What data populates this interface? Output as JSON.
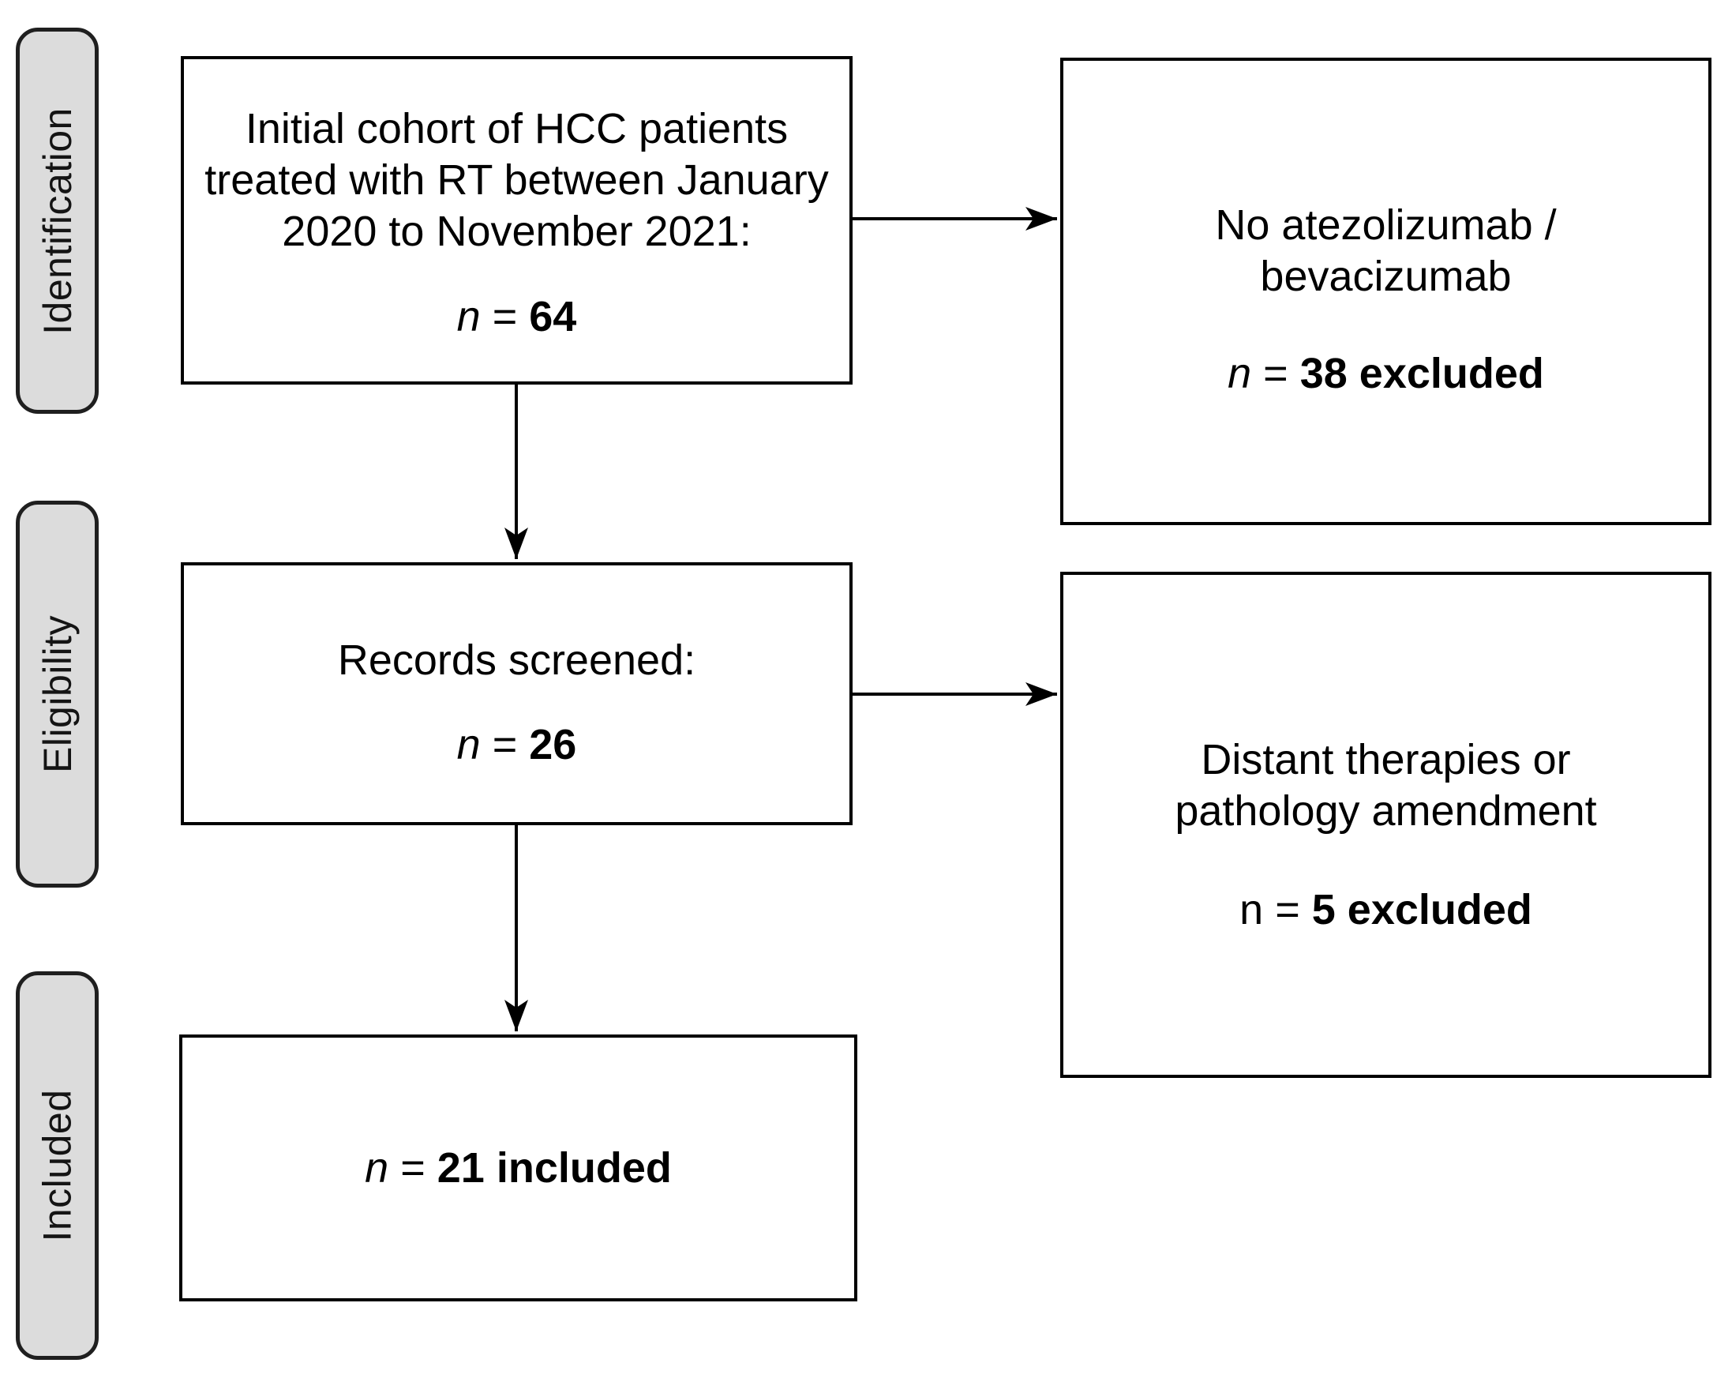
{
  "diagram": {
    "type": "prisma-flowchart",
    "stage_labels": {
      "identification": "Identification",
      "eligibility": "Eligibility",
      "included": "Included"
    },
    "boxes": {
      "initial_cohort": {
        "lines": [
          "Initial cohort of HCC patients",
          "treated with RT between January",
          "2020 to November 2021:"
        ],
        "n": {
          "symbol": "n",
          "eq": "=",
          "value": "64"
        }
      },
      "no_atezolizumab": {
        "lines": [
          "No atezolizumab /",
          "bevacizumab"
        ],
        "n": {
          "symbol": "n",
          "eq": "=",
          "value": "38 excluded"
        }
      },
      "records_screened": {
        "lines": [
          "Records screened:"
        ],
        "n": {
          "symbol": "n",
          "eq": "=",
          "value": "26"
        }
      },
      "distant_therapies": {
        "lines": [
          "Distant therapies or",
          "pathology amendment"
        ],
        "n": {
          "symbol": "n",
          "eq": "=",
          "value": "5 excluded"
        }
      },
      "included_cohort": {
        "n": {
          "symbol": "n",
          "eq": "=",
          "value": "21 included"
        }
      }
    },
    "colors": {
      "stage_fill": "#dcdcdc",
      "stage_border": "#1f1f1f",
      "box_border": "#000000",
      "arrow": "#000000",
      "text": "#000000"
    }
  }
}
